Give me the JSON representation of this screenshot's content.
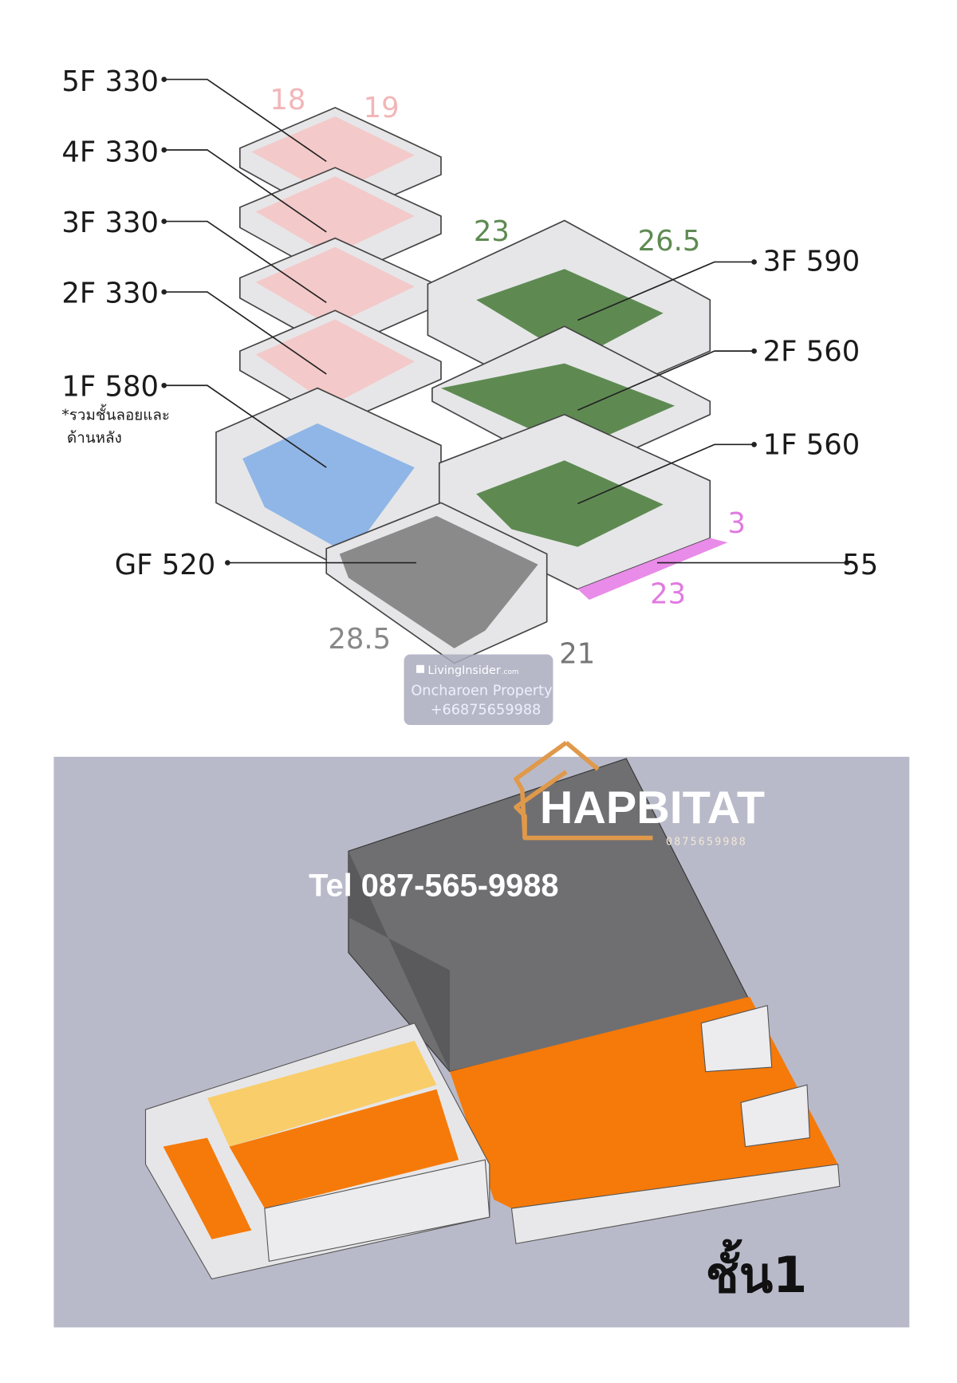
{
  "top_diagram": {
    "left_labels": [
      {
        "text": "5F 330"
      },
      {
        "text": "4F 330"
      },
      {
        "text": "3F 330"
      },
      {
        "text": "2F 330"
      },
      {
        "text": "1F 580"
      },
      {
        "text": "GF  520"
      }
    ],
    "note_line1": "*รวมชั้นลอยและ",
    "note_line2": "ด้านหลัง",
    "right_labels": [
      {
        "text": "3F 590"
      },
      {
        "text": "2F 560"
      },
      {
        "text": "1F 560"
      },
      {
        "text": "55"
      }
    ],
    "dimensions": {
      "pink_1": "18",
      "pink_2": "19",
      "green_1": "23",
      "green_2": "26.5",
      "magenta_1": "3",
      "magenta_2": "23",
      "gray_1": "28.5",
      "gray_2": "21"
    },
    "colors": {
      "pink": "#f4c9c9",
      "green": "#5e8a52",
      "blue": "#8fb6e6",
      "gray": "#8a8a8a",
      "magenta": "#e98be8"
    }
  },
  "watermark": {
    "brand": "LivingInsider",
    "brand_suffix": ".com",
    "company": "Oncharoen Property",
    "phone": "+66875659988"
  },
  "bottom_render": {
    "tel": "Tel 087-565-9988",
    "logo_text": "HAPBITAT",
    "logo_phone": "0875659988",
    "floor_label": "ชั้น1",
    "colors": {
      "background": "#b9bac9",
      "floor": "#f57a0a",
      "mezzanine": "#f9cd6a",
      "roof": "#6f6f72"
    }
  }
}
